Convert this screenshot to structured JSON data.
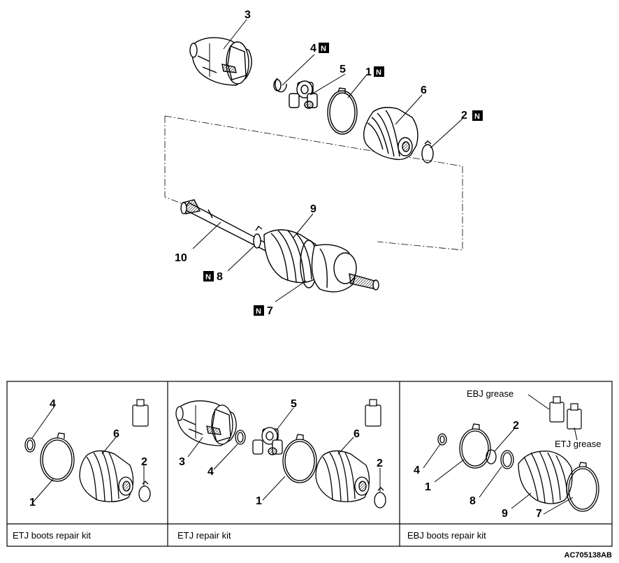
{
  "main_diagram": {
    "callouts": [
      {
        "id": "c3",
        "num": "3",
        "n_mark": false
      },
      {
        "id": "c4",
        "num": "4",
        "n_mark": true
      },
      {
        "id": "c5",
        "num": "5",
        "n_mark": false
      },
      {
        "id": "c1",
        "num": "1",
        "n_mark": true
      },
      {
        "id": "c6",
        "num": "6",
        "n_mark": false
      },
      {
        "id": "c2",
        "num": "2",
        "n_mark": true
      },
      {
        "id": "c9",
        "num": "9",
        "n_mark": false
      },
      {
        "id": "c10",
        "num": "10",
        "n_mark": false
      },
      {
        "id": "c8",
        "num": "8",
        "n_mark": true
      },
      {
        "id": "c7",
        "num": "7",
        "n_mark": true
      }
    ],
    "n_mark_text": "N"
  },
  "kits": [
    {
      "label": "ETJ boots repair kit",
      "callouts": [
        "4",
        "6",
        "2",
        "1"
      ]
    },
    {
      "label": "ETJ repair kit",
      "callouts": [
        "5",
        "6",
        "3",
        "4",
        "2",
        "1"
      ]
    },
    {
      "label": "EBJ boots repair kit",
      "callouts": [
        "2",
        "4",
        "1",
        "8",
        "9",
        "7"
      ],
      "grease_labels": [
        "EBJ grease",
        "ETJ grease"
      ]
    }
  ],
  "reference_code": "AC705138AB"
}
